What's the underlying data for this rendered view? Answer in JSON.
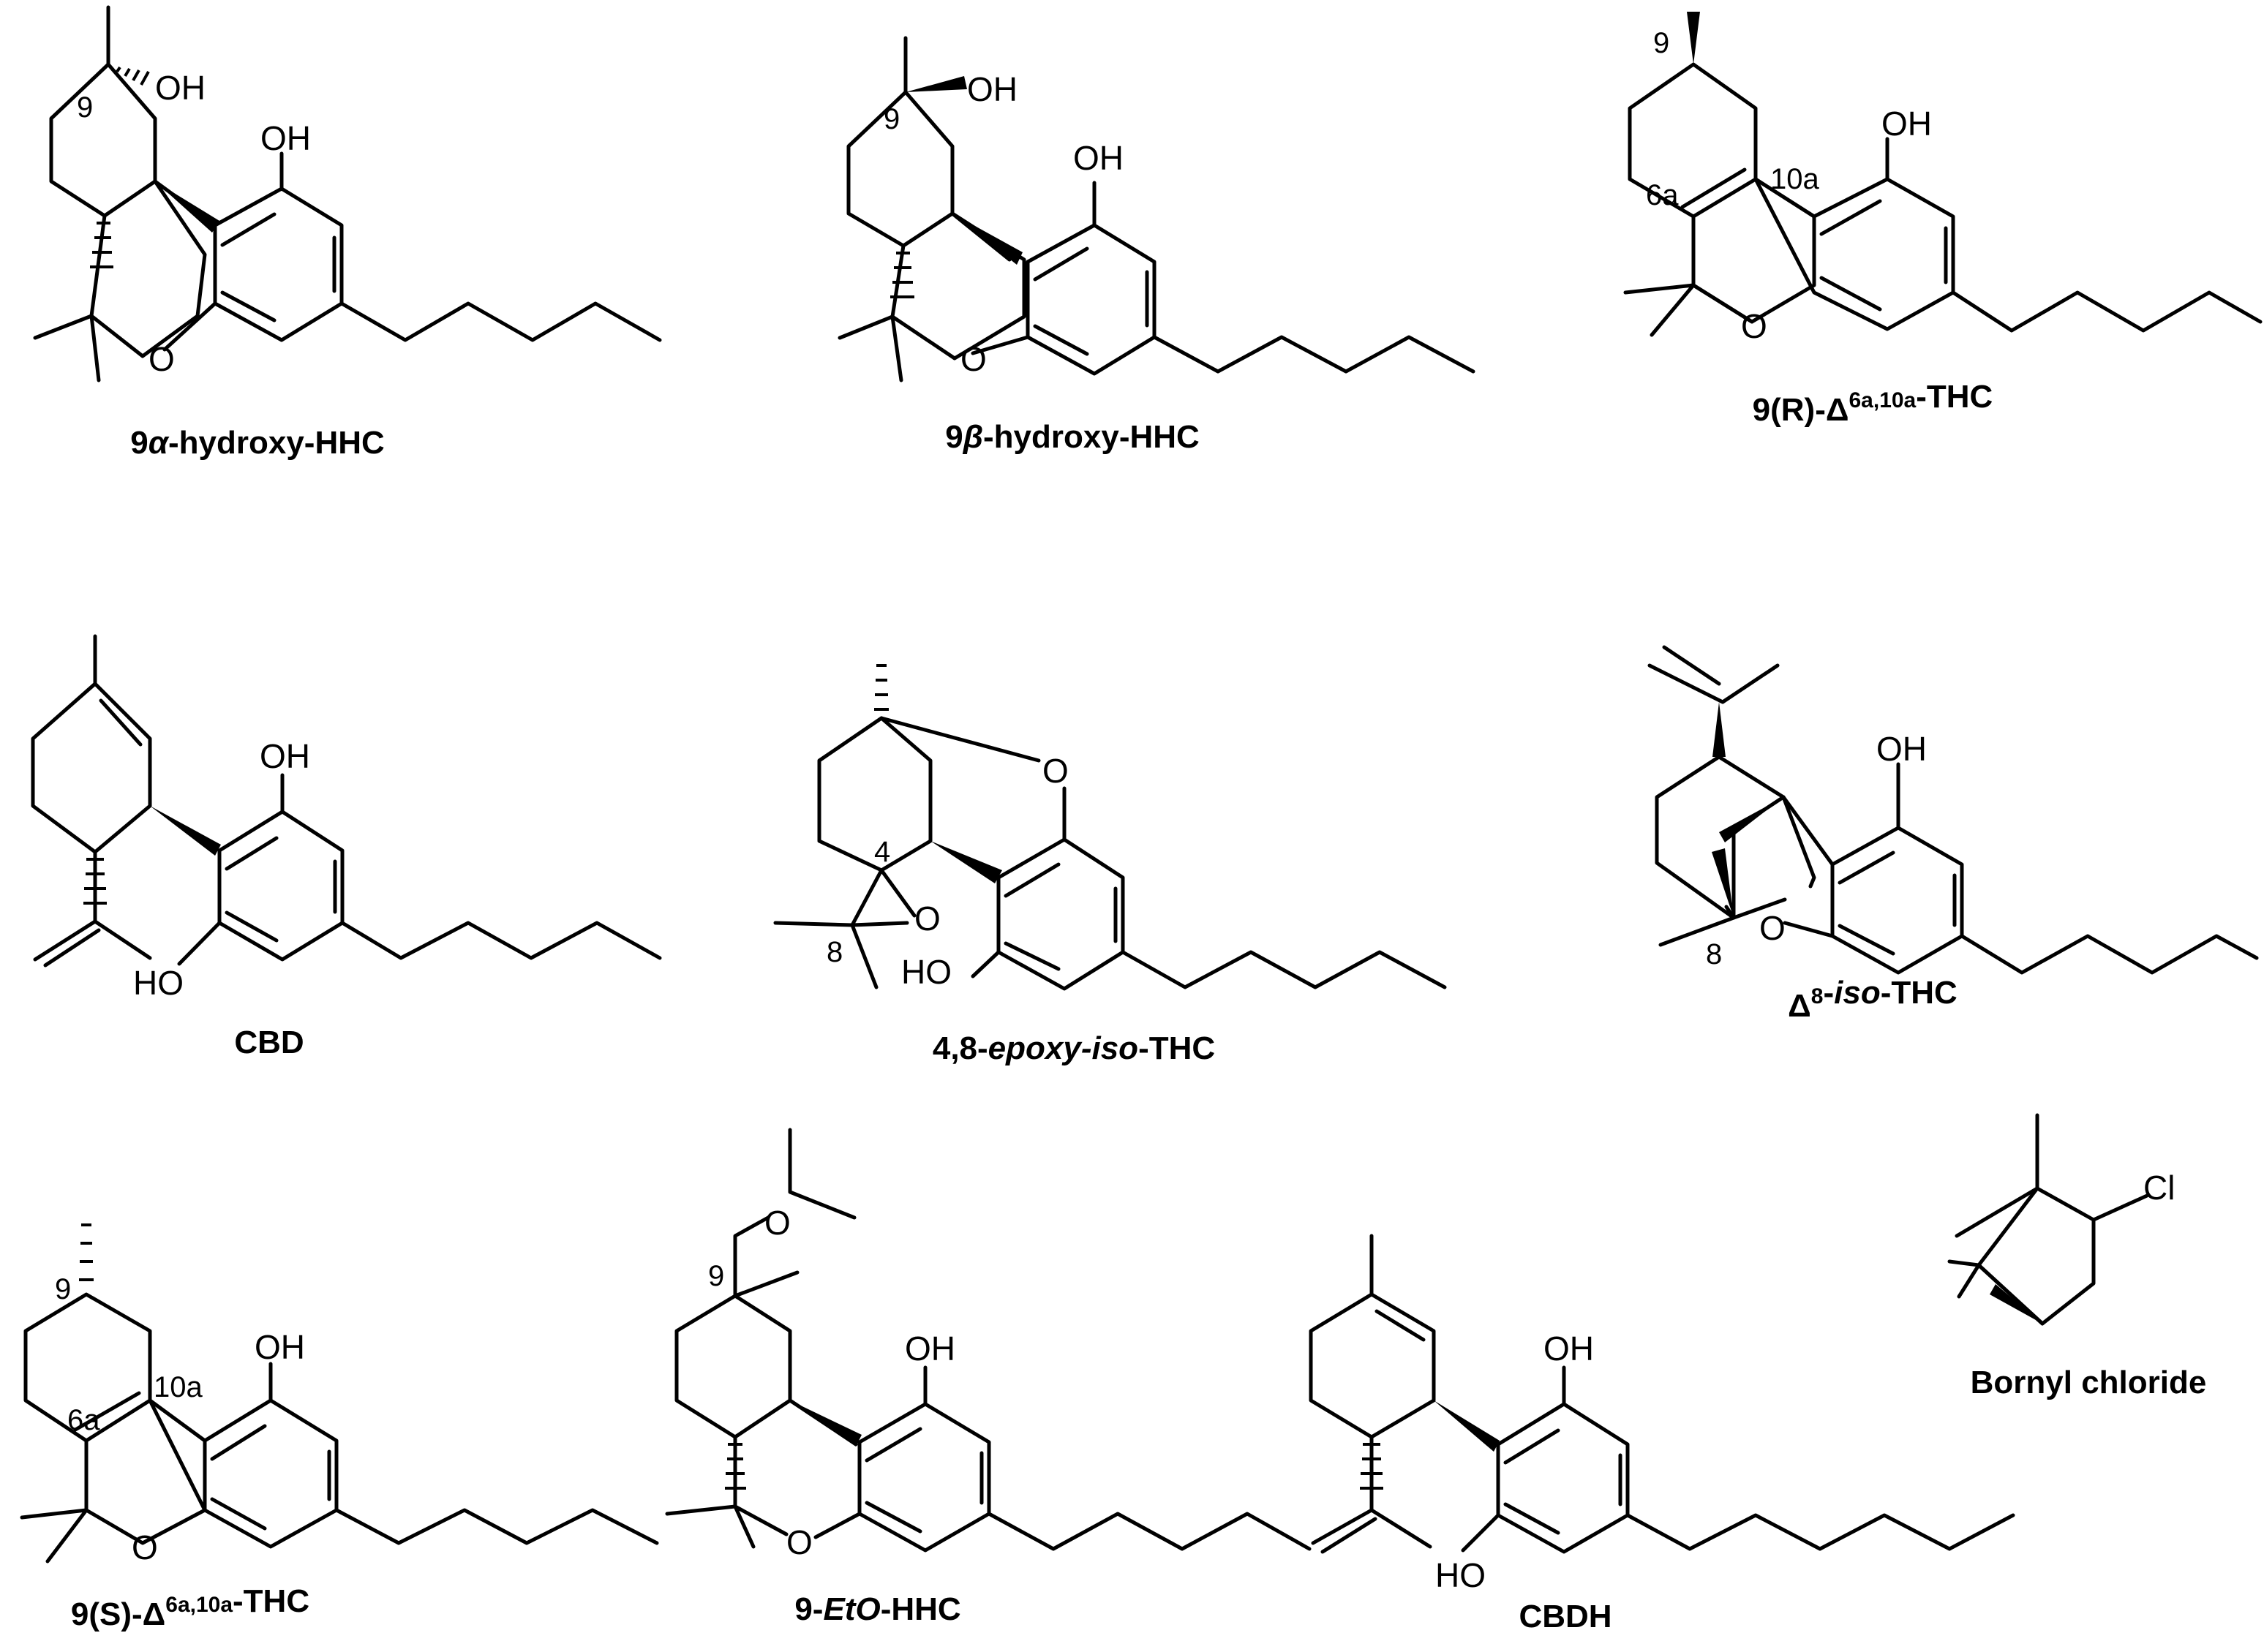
{
  "figure": {
    "compounds": [
      {
        "id": "c1",
        "label_parts": [
          {
            "t": "9"
          },
          {
            "t": "α",
            "it": true,
            "sans": false
          },
          {
            "t": "-hydroxy-HHC"
          }
        ],
        "atoms": {
          "oh_top": "OH",
          "oh_ring": "OH",
          "o_ring": "O"
        },
        "locants": {
          "c9": "9"
        }
      },
      {
        "id": "c2",
        "label_parts": [
          {
            "t": "9"
          },
          {
            "t": "β",
            "it": true,
            "sans": false
          },
          {
            "t": "-hydroxy-HHC"
          }
        ],
        "atoms": {
          "oh_top": "OH",
          "oh_ring": "OH",
          "o_ring": "O"
        },
        "locants": {
          "c9": "9"
        }
      },
      {
        "id": "c3",
        "label_parts": [
          {
            "t": "9(R)-Δ"
          },
          {
            "t": "6a,10a",
            "sup": true
          },
          {
            "t": "-THC"
          }
        ],
        "atoms": {
          "oh_ring": "OH",
          "o_ring": "O"
        },
        "locants": {
          "c9": "9",
          "c6a": "6a",
          "c10a": "10a"
        }
      },
      {
        "id": "c4",
        "label_parts": [
          {
            "t": "CBD"
          }
        ],
        "atoms": {
          "oh_top": "OH",
          "oh_bottom": "HO"
        },
        "locants": {}
      },
      {
        "id": "c5",
        "label_parts": [
          {
            "t": "4,8-"
          },
          {
            "t": "epoxy-iso",
            "it": true
          },
          {
            "t": "-THC"
          }
        ],
        "atoms": {
          "o_bridge": "O",
          "o_epoxide": "O",
          "oh_bottom": "HO"
        },
        "locants": {
          "c4": "4",
          "c8": "8"
        }
      },
      {
        "id": "c6",
        "label_parts": [
          {
            "t": "Δ"
          },
          {
            "t": "8",
            "sup": true
          },
          {
            "t": "-"
          },
          {
            "t": "iso",
            "it": true
          },
          {
            "t": "-THC"
          }
        ],
        "atoms": {
          "oh_ring": "OH",
          "o_ring": "O"
        },
        "locants": {
          "c8": "8"
        }
      },
      {
        "id": "c7",
        "label_parts": [
          {
            "t": "9(S)-Δ"
          },
          {
            "t": "6a,10a",
            "sup": true
          },
          {
            "t": "-THC"
          }
        ],
        "atoms": {
          "oh_ring": "OH",
          "o_ring": "O"
        },
        "locants": {
          "c9": "9",
          "c6a": "6a",
          "c10a": "10a"
        }
      },
      {
        "id": "c8",
        "label_parts": [
          {
            "t": "9-"
          },
          {
            "t": "EtO",
            "it": true
          },
          {
            "t": "-HHC"
          }
        ],
        "atoms": {
          "o_ether": "O",
          "oh_ring": "OH",
          "o_ring": "O"
        },
        "locants": {
          "c9": "9"
        }
      },
      {
        "id": "c9",
        "label_parts": [
          {
            "t": "CBDH"
          }
        ],
        "atoms": {
          "oh_top": "OH",
          "oh_bottom": "HO"
        },
        "locants": {}
      },
      {
        "id": "c10",
        "label_parts": [
          {
            "t": "Bornyl chloride"
          }
        ],
        "atoms": {
          "cl": "Cl"
        },
        "locants": {}
      }
    ]
  }
}
